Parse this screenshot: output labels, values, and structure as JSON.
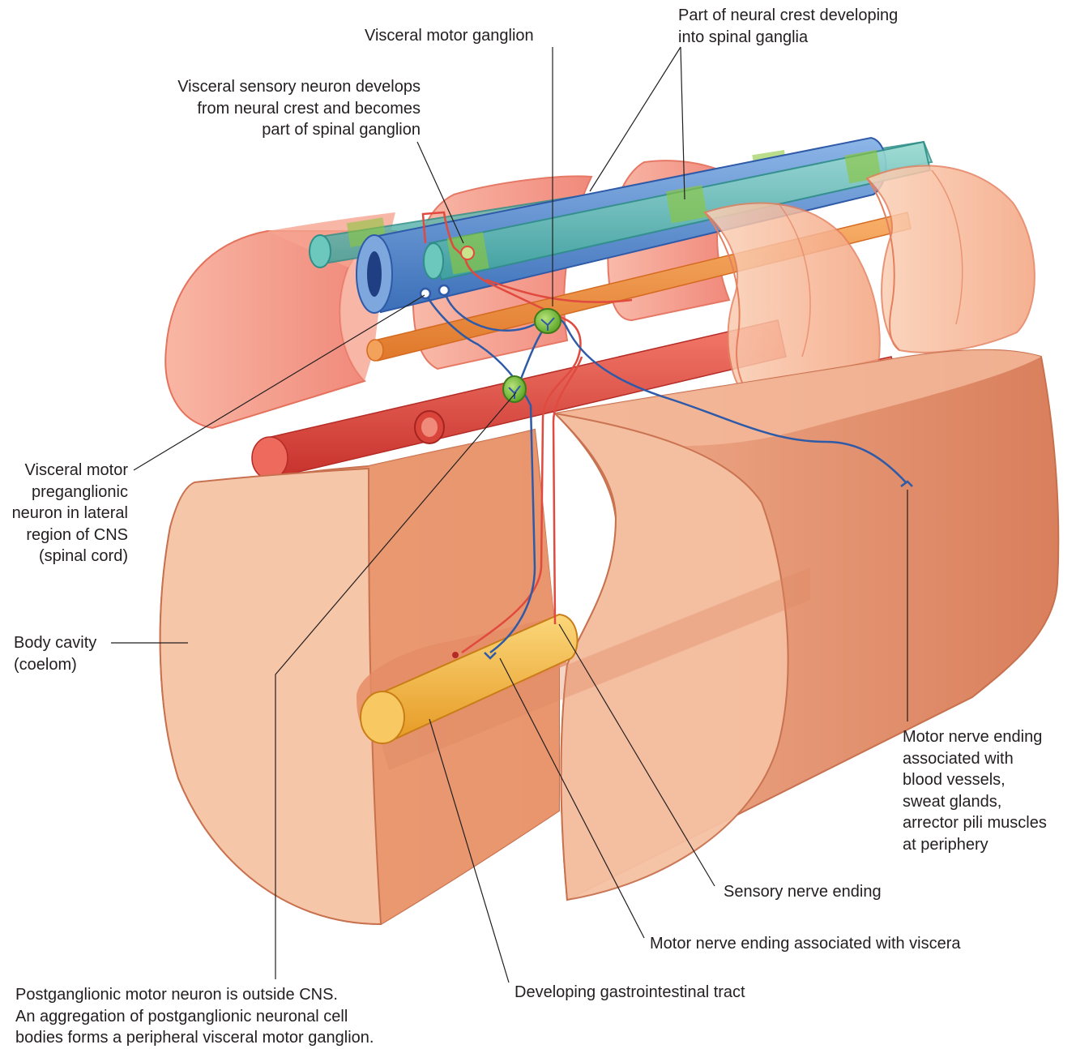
{
  "labels": {
    "visceral_motor_ganglion": "Visceral motor ganglion",
    "neural_crest_spinal_ganglia": "Part of neural crest developing\ninto spinal ganglia",
    "visceral_sensory_neuron": "Visceral sensory neuron develops\nfrom neural crest and becomes\npart of spinal ganglion",
    "visceral_motor_preganglionic": "Visceral motor\npreganglionic\nneuron in lateral\nregion of CNS\n(spinal cord)",
    "body_cavity": "Body cavity\n(coelom)",
    "motor_nerve_ending_periphery": "Motor nerve ending\nassociated with\nblood vessels,\nsweat glands,\narrector pili muscles\nat periphery",
    "sensory_nerve_ending": "Sensory nerve ending",
    "motor_nerve_ending_viscera": "Motor nerve ending associated with viscera",
    "developing_gi_tract": "Developing gastrointestinal tract",
    "postganglionic_motor_neuron": "Postganglionic motor neuron is outside CNS.\nAn aggregation of postganglionic neuronal cell\nbodies forms a peripheral visceral motor ganglion."
  },
  "colors": {
    "body_wall": "#f2b08e",
    "body_wall_dark": "#d9825f",
    "somite": "#f4a08a",
    "neural_tube": "#5b8fd0",
    "neural_crest": "#5fbfb8",
    "ganglion_green": "#8cc63f",
    "aorta_red": "#e8514a",
    "orange_vessel": "#f39a4a",
    "gut": "#f7c04a",
    "motor_nerve_blue": "#2e5aa8",
    "sensory_nerve_red": "#e04a3f"
  }
}
